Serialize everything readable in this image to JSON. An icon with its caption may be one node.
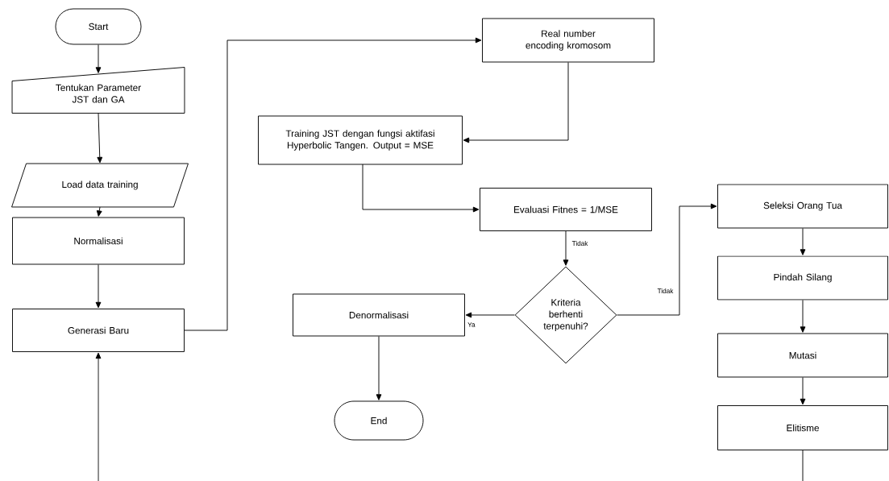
{
  "diagram": {
    "nodes": [
      {
        "text": [
          "Start"
        ]
      },
      {
        "text": [
          "Tentukan Parameter JST dan GA"
        ]
      },
      {
        "text": [
          "Load data training"
        ]
      },
      {
        "text": [
          "Normalisasi"
        ]
      },
      {
        "text": [
          "Generasi Baru"
        ]
      },
      {
        "text": [
          "Real number encoding kromosom"
        ]
      },
      {
        "text": [
          "Training JST dengan fungsi aktifasi Hyperbolic Tangen. Output = MSE"
        ]
      },
      {
        "text": [
          "Evaluasi Fitnes = 1/MSE"
        ]
      },
      {
        "text": [
          "Kriteria berhenti terpenuhi?"
        ]
      },
      {
        "text": [
          "Denormalisasi"
        ]
      },
      {
        "text": [
          "End"
        ]
      },
      {
        "text": [
          "Seleksi Orang Tua"
        ]
      },
      {
        "text": [
          "Pindah Silang"
        ]
      },
      {
        "text": [
          "Mutasi"
        ]
      },
      {
        "text": [
          "Elitisme"
        ]
      }
    ],
    "edges": [
      {
        "from": 0,
        "to": 1,
        "arrow": "to"
      },
      {
        "from": 1,
        "to": 2,
        "arrow": "to"
      },
      {
        "from": 2,
        "to": 3,
        "arrow": "to"
      },
      {
        "from": 3,
        "to": 4,
        "arrow": "to"
      },
      {
        "from": 4,
        "to": 5,
        "arrow": "to"
      },
      {
        "from": 5,
        "to": 6,
        "arrow": "to"
      },
      {
        "from": 6,
        "to": 7,
        "arrow": "to"
      },
      {
        "from": 7,
        "to": 8,
        "arrow": "to",
        "label": "Tidak"
      },
      {
        "from": 8,
        "to": 9,
        "arrow": "to",
        "label": "Ya"
      },
      {
        "from": 8,
        "to": 11,
        "arrow": "to",
        "label": "Tidak"
      },
      {
        "from": 9,
        "to": 10,
        "arrow": "to"
      },
      {
        "from": 11,
        "to": 12,
        "arrow": "to"
      },
      {
        "from": 12,
        "to": 13,
        "arrow": "to"
      },
      {
        "from": 13,
        "to": 14,
        "arrow": "to"
      },
      {
        "from": 14,
        "to": null,
        "arrow": "none"
      },
      {
        "from": null,
        "to": 4,
        "arrow": "to"
      }
    ]
  }
}
